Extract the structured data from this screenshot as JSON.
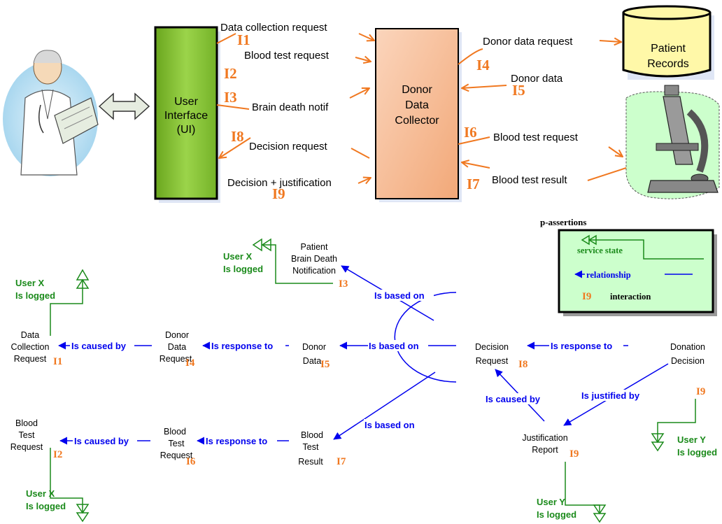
{
  "components": {
    "ui": [
      "User",
      "Interface",
      "(UI)"
    ],
    "collector": [
      "Donor",
      "Data",
      "Collector"
    ],
    "records": [
      "Patient",
      "Records"
    ]
  },
  "interactions": {
    "data_collection_request": "Data collection request",
    "blood_test_request_ui": "Blood test request",
    "brain_death_notif": "Brain death notif",
    "decision_request": "Decision request",
    "decision_justification": "Decision + justification",
    "donor_data_request": "Donor data request",
    "donor_data": "Donor data",
    "blood_test_request": "Blood test request",
    "blood_test_result": "Blood test result"
  },
  "ids": {
    "I1": "I1",
    "I2": "I2",
    "I3": "I3",
    "I4": "I4",
    "I5": "I5",
    "I6": "I6",
    "I7": "I7",
    "I8": "I8",
    "I9": "I9"
  },
  "nodes": {
    "data_collection_request": [
      "Data",
      "Collection",
      "Request"
    ],
    "blood_test_request_left": [
      "Blood",
      "Test",
      "Request"
    ],
    "donor_data_request": [
      "Donor",
      "Data",
      "Request"
    ],
    "blood_test_request_mid": [
      "Blood",
      "Test",
      "Request"
    ],
    "donor_data": [
      "Donor",
      "Data"
    ],
    "blood_test_result": [
      "Blood",
      "Test",
      "Result"
    ],
    "patient_brain_death": [
      "Patient",
      "Brain Death",
      "Notification"
    ],
    "decision_request": [
      "Decision",
      "Request"
    ],
    "donation_decision": [
      "Donation",
      "Decision"
    ],
    "justification_report": [
      "Justification",
      "Report"
    ]
  },
  "relations": {
    "is_caused_by_1": "Is caused by",
    "is_caused_by_2": "Is caused by",
    "is_caused_by_3": "Is caused by",
    "is_response_to_1": "Is response to",
    "is_response_to_2": "Is response to",
    "is_response_to_3": "Is response to",
    "is_based_on_1": "Is based on",
    "is_based_on_2": "Is based on",
    "is_based_on_3": "Is based on",
    "is_justified_by": "Is justified by"
  },
  "states": {
    "user_x": [
      "User X",
      "Is logged"
    ],
    "user_y": [
      "User Y",
      "Is logged"
    ]
  },
  "legend": {
    "title": "p-assertions",
    "service_state": "service state",
    "relationship": "relationship",
    "interaction_id": "I9",
    "interaction": "interaction"
  },
  "colors": {
    "interaction_arrow": "#f07820",
    "relationship": "#0000ee",
    "service_state": "#1a8a1a",
    "ui_box": "#8cc63f",
    "collector_box": "#f6b88e",
    "records_box": "#fff8a8",
    "legend_bg": "#ccffcc"
  },
  "icons": [
    "doctor-icon",
    "microscope-icon",
    "double-arrow-icon"
  ]
}
